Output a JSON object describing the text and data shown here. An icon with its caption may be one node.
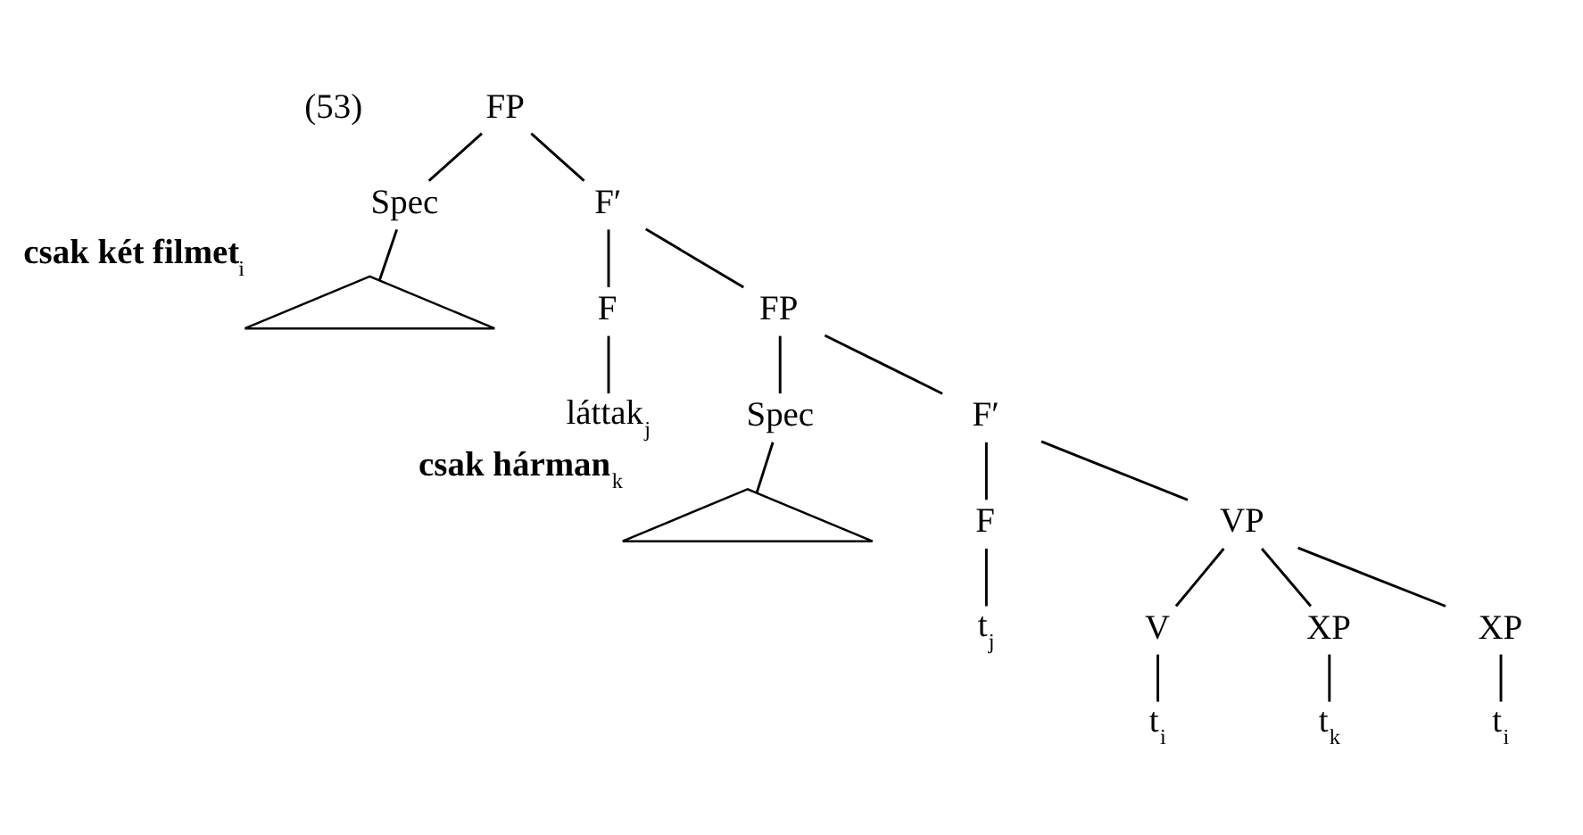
{
  "diagram": {
    "nodes": [
      {
        "text": [
          "FP"
        ]
      },
      {
        "text": [
          "Spec"
        ]
      },
      {
        "text": [
          "F′"
        ]
      },
      {
        "text": [],
        "shape": "triangle",
        "beside": [
          "**csak két filmet**$_{i}$"
        ]
      },
      {
        "text": [
          "F"
        ]
      },
      {
        "text": [
          "FP"
        ]
      },
      {
        "text": [
          "láttak$_{j}$"
        ]
      },
      {
        "text": [
          "Spec"
        ]
      },
      {
        "text": [
          "F′"
        ]
      },
      {
        "text": [],
        "shape": "triangle",
        "beside": [
          "**csak hárman**$_{k}$"
        ]
      },
      {
        "text": [
          "F"
        ]
      },
      {
        "text": [
          "VP"
        ]
      },
      {
        "text": [
          "t$_{j}$"
        ]
      },
      {
        "text": [
          "V"
        ]
      },
      {
        "text": [
          "XP"
        ]
      },
      {
        "text": [
          "XP"
        ]
      },
      {
        "text": [
          "t$_{i}$"
        ]
      },
      {
        "text": [
          "t$_{k}$"
        ]
      },
      {
        "text": [
          "t$_{i}$"
        ]
      }
    ],
    "edges": [
      {
        "from": 0,
        "to": 1,
        "arrow": "none"
      },
      {
        "from": 0,
        "to": 2,
        "arrow": "none"
      },
      {
        "from": 1,
        "to": 3,
        "arrow": "none"
      },
      {
        "from": 2,
        "to": 4,
        "arrow": "none"
      },
      {
        "from": 2,
        "to": 5,
        "arrow": "none"
      },
      {
        "from": 4,
        "to": 6,
        "arrow": "none"
      },
      {
        "from": 5,
        "to": 7,
        "arrow": "none"
      },
      {
        "from": 5,
        "to": 8,
        "arrow": "none"
      },
      {
        "from": 7,
        "to": 9,
        "arrow": "none"
      },
      {
        "from": 8,
        "to": 10,
        "arrow": "none"
      },
      {
        "from": 8,
        "to": 11,
        "arrow": "none"
      },
      {
        "from": 10,
        "to": 12,
        "arrow": "none"
      },
      {
        "from": 11,
        "to": 13,
        "arrow": "none"
      },
      {
        "from": 11,
        "to": 14,
        "arrow": "none"
      },
      {
        "from": 11,
        "to": 15,
        "arrow": "none"
      },
      {
        "from": 13,
        "to": 16,
        "arrow": "none"
      },
      {
        "from": 14,
        "to": 17,
        "arrow": "none"
      },
      {
        "from": 15,
        "to": 18,
        "arrow": "none"
      }
    ],
    "labels": [
      "(53)"
    ]
  }
}
